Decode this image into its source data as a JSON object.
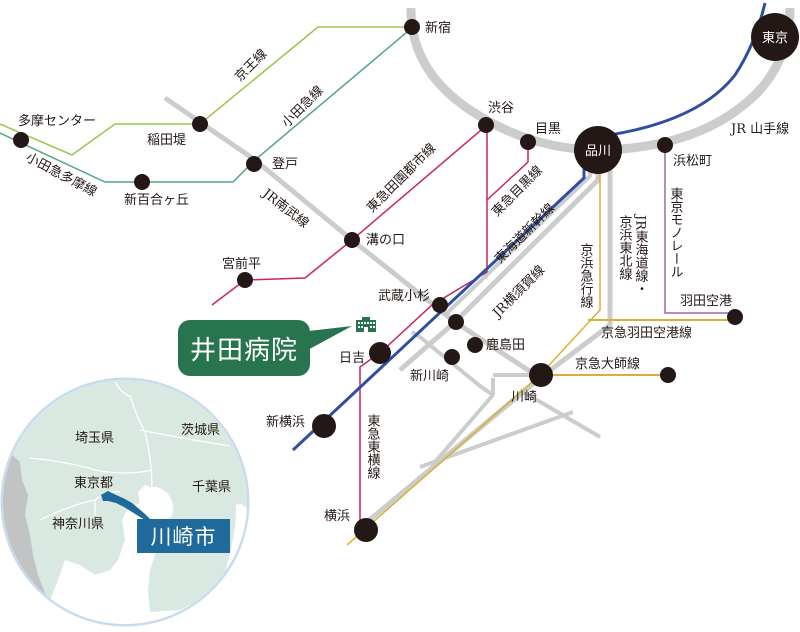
{
  "colors": {
    "jr_gray": "#cbcccc",
    "yamanote_gray": "#cbcccc",
    "shinkansen_blue": "#2f4ea2",
    "keikyu_gold": "#dcae32",
    "tokyu_magenta": "#c7265f",
    "keio_green": "#9bc54a",
    "odakyu_teal": "#4fa783",
    "monorail_purple": "#a564a6",
    "station_fill": "#231815",
    "hospital_green": "#27744f",
    "kawasaki_blue": "#1f6a9a",
    "inset_land": "#d9e8e1",
    "inset_border": "#c8dcee",
    "inset_gray": "#c1c3c5"
  },
  "hospital": {
    "name": "井田病院",
    "icon": "hospital-building-icon"
  },
  "stations": {
    "tokyo": "東京",
    "shinagawa": "品川",
    "shinjuku": "新宿",
    "shibuya": "渋谷",
    "meguro": "目黒",
    "hamamatsucho": "浜松町",
    "haneda": "羽田空港",
    "tama_center": "多摩センター",
    "inadazutsumi": "稲田堤",
    "noborito": "登戸",
    "shinyurigaoka": "新百合ヶ丘",
    "mizonokuchi": "溝の口",
    "miyamaedaira": "宮前平",
    "musashikosugi": "武蔵小杉",
    "hiyoshi": "日吉",
    "kashimada": "鹿島田",
    "shinkawasaki": "新川崎",
    "kawasaki": "川崎",
    "shinyokohama": "新横浜",
    "yokohama": "横浜"
  },
  "lines": {
    "keio": "京王線",
    "odakyu": "小田急線",
    "odakyu_tama": "小田急多摩線",
    "nambu": "JR南武線",
    "denentoshi": "東急田園都市線",
    "meguro": "東急目黒線",
    "tokaido_shinkansen": "東海道新幹線",
    "yokosuka": "JR横須賀線",
    "keikyu": "京浜急行線",
    "tokaido_keihintohoku_a": "JR東海道線・",
    "tokaido_keihintohoku_b": "京浜東北線",
    "monorail": "東京モノレール",
    "yamanote": "JR 山手線",
    "keikyu_airport": "京急羽田空港線",
    "keikyu_daishi": "京急大師線",
    "toyoko": "東急東横線"
  },
  "inset": {
    "prefectures": {
      "saitama": "埼玉県",
      "ibaraki": "茨城県",
      "tokyo": "東京都",
      "chiba": "千葉県",
      "kanagawa": "神奈川県"
    },
    "city": "川崎市"
  }
}
